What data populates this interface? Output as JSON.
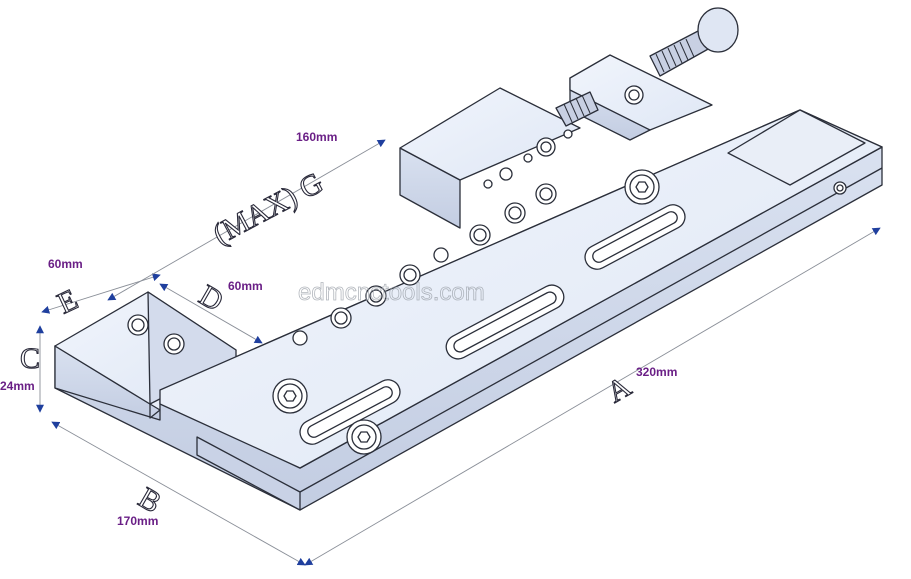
{
  "diagram": {
    "watermark": "edmcnctools.com",
    "dimensions": {
      "A": {
        "letter": "A",
        "value": "320mm"
      },
      "B": {
        "letter": "B",
        "value": "170mm"
      },
      "C": {
        "letter": "C",
        "value": "24mm"
      },
      "D": {
        "letter": "D",
        "value": "60mm"
      },
      "E": {
        "letter": "E",
        "value": "60mm"
      },
      "G": {
        "letter": "(MAX) G",
        "value": "160mm"
      }
    },
    "colors": {
      "face_top": "#e6ecf7",
      "face_side": "#cdd6e8",
      "outline": "#2b2f3a",
      "dimension_text": "#6a1f86",
      "arrow": "#1f3f9e"
    }
  }
}
